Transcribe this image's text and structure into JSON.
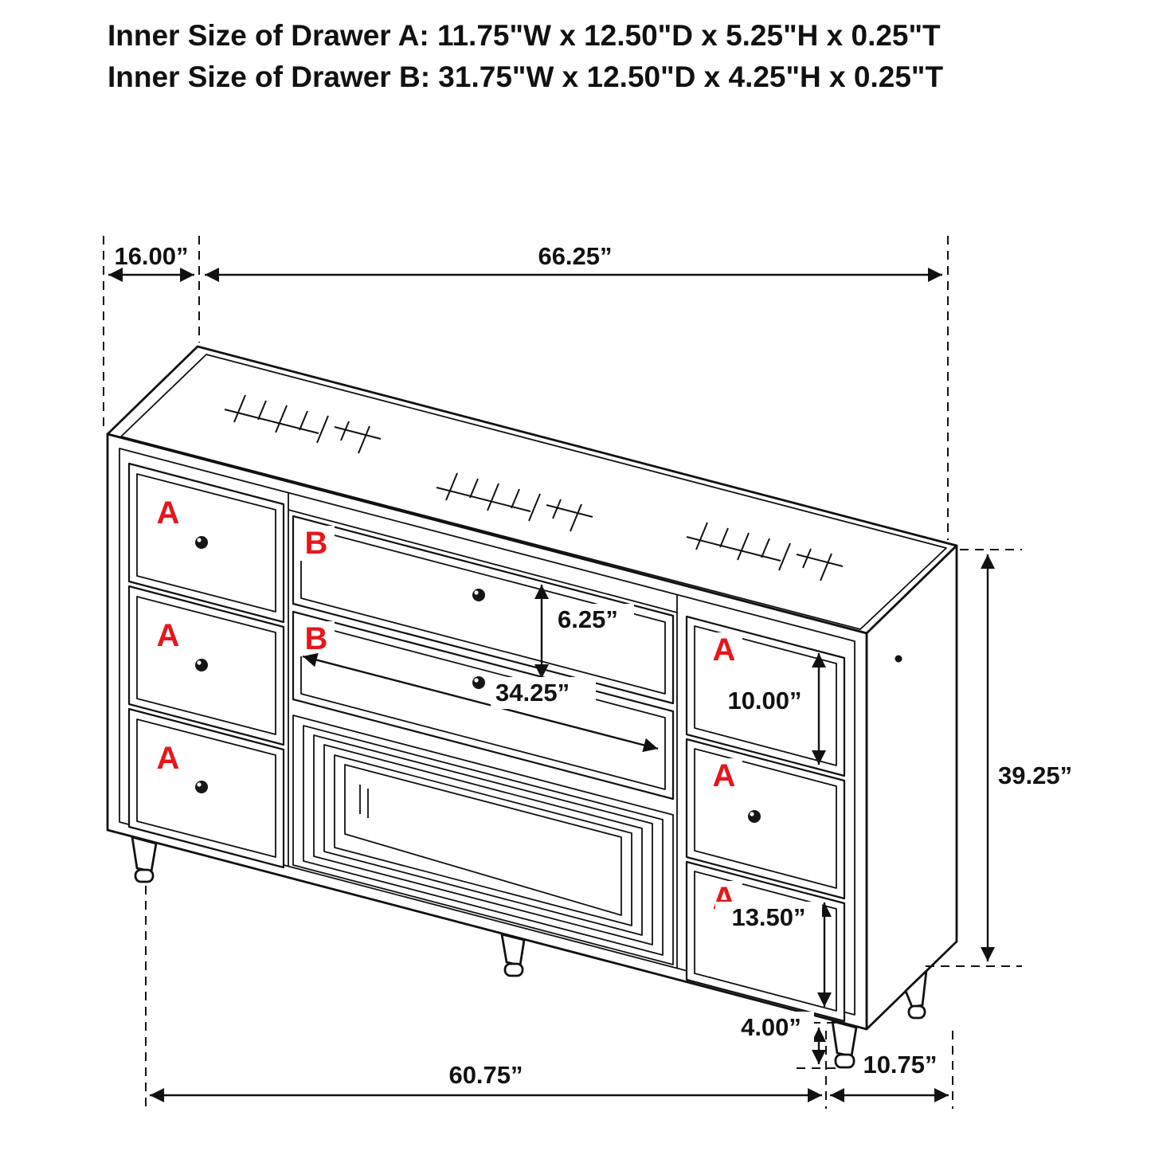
{
  "header": {
    "line1": "Inner Size of Drawer A: 11.75\"W x 12.50\"D x 5.25\"H x 0.25\"T",
    "line2": "Inner Size of Drawer B: 31.75\"W x 12.50\"D x 4.25\"H x 0.25\"T"
  },
  "labels": {
    "drawer_a": "A",
    "drawer_b": "B"
  },
  "dimensions": {
    "depth_top": "16.00”",
    "width_top": "66.25”",
    "drawer_b_height": "6.25”",
    "drawer_b_width": "34.25”",
    "drawer_right_top_height": "10.00”",
    "overall_height": "39.25”",
    "drawer_right_bottom_height": "13.50”",
    "leg_height": "4.00”",
    "width_bottom": "60.75”",
    "depth_bottom": "10.75”"
  },
  "colors": {
    "line": "#111111",
    "label_red": "#e8151b",
    "background": "#ffffff"
  }
}
